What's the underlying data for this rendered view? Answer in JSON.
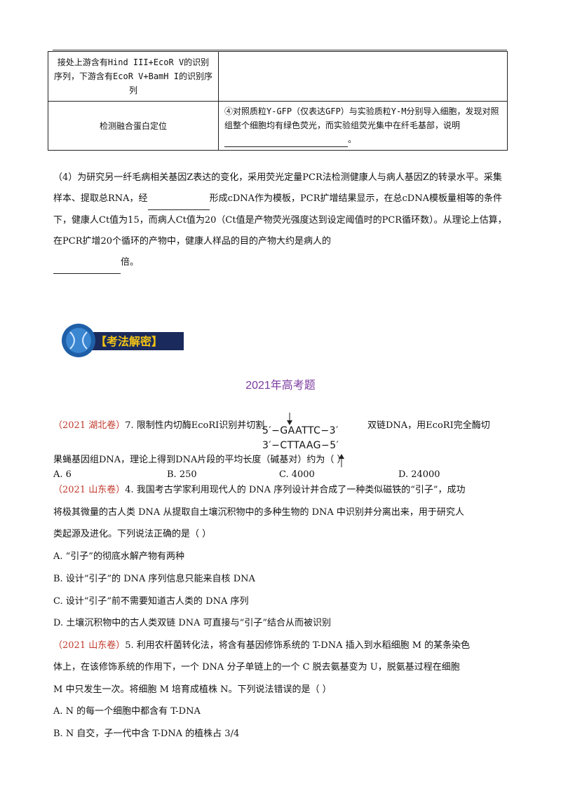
{
  "table": {
    "row1": {
      "left": "接处上游含有Hind III+EcoR V的识别序列，下游含有EcoR V+BamH I的识别序列",
      "right": ""
    },
    "row2": {
      "left": "检测融合蛋白定位",
      "right_a": "④对照质粒Y-GFP（仅表达GFP）与实验质粒Y-M分别导入细胞，发现对照组整个细胞均有绿色荧光，而实验组荧光集中在纤毛基部，说明",
      "right_b": "。"
    }
  },
  "q4": {
    "p1": "（4）为研究另一纤毛病相关基因Z表达的变化，采用荧光定量PCR法检测健康人与病人基因Z的转录水平。采集样本、提取总RNA，经",
    "p2": "形成cDNA作为模板，PCR扩增结果显示，在总cDNA模板量相等的条件下，健康人Ct值为15，而病人Ct值为20（Ct值是产物荧光强度达到设定阈值时的PCR循环数）。从理论上估算，在PCR扩增20个循环的产物中，健康人样品的目的产物大约是病人的",
    "p3": "倍。"
  },
  "banner_label": "【考法解密】",
  "section_title": "2021年高考题",
  "q7": {
    "source": "（2021 湖北卷）",
    "text_a": "7. 限制性内切酶EcoRI识别并切割",
    "seq_top": "5′−GAATTC−3′",
    "seq_bottom": "3′−CTTAAG−5′",
    "text_b": "双链DNA，用EcoRI完全酶切",
    "text_c": "果蝇基因组DNA，理论上得到DNA片段的平均长度（碱基对）约为（      ）",
    "options": [
      "A. 6",
      "B. 250",
      "C. 4000",
      "D. 24000"
    ]
  },
  "q4b": {
    "source": "（2021 山东卷）",
    "line1": "4. 我国考古学家利用现代人的 DNA 序列设计并合成了一种类似磁铁的“引子”，成功",
    "line2": "将极其微量的古人类 DNA 从提取自土壤沉积物中的多种生物的 DNA 中识别并分离出来，用于研究人",
    "line3": "类起源及进化。下列说法正确的是（      ）",
    "A": "A. “引子”的彻底水解产物有两种",
    "B": "B. 设计“引子”的 DNA 序列信息只能来自核 DNA",
    "C": "C. 设计“引子”前不需要知道古人类的 DNA 序列",
    "D": "D. 土壤沉积物中的古人类双链 DNA 可直接与“引子”结合从而被识别"
  },
  "q5": {
    "source": "（2021 山东卷）",
    "line1": "5. 利用农杆菌转化法，将含有基因修饰系统的 T-DNA 插入到水稻细胞 M 的某条染色",
    "line2": "体上，在该修饰系统的作用下，一个 DNA 分子单链上的一个 C 脱去氨基变为 U，脱氨基过程在细胞",
    "line3": "M 中只发生一次。将细胞 M 培育成植株 N。下列说法错误的是（      ）",
    "A": "A. N 的每一个细胞中都含有 T-DNA",
    "B": "B. N 自交，子一代中含 T-DNA 的植株占 3/4"
  }
}
